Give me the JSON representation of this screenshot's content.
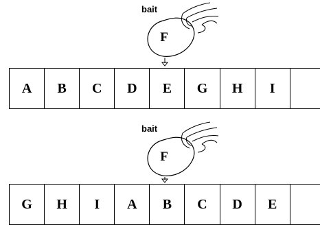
{
  "top": {
    "bait_label": "bait",
    "bait_letter": "F",
    "cells": [
      "A",
      "B",
      "C",
      "D",
      "E",
      "G",
      "H",
      "I",
      ""
    ]
  },
  "bottom": {
    "bait_label": "bait",
    "bait_letter": "F",
    "cells": [
      "G",
      "H",
      "I",
      "A",
      "B",
      "C",
      "D",
      "E",
      ""
    ]
  }
}
